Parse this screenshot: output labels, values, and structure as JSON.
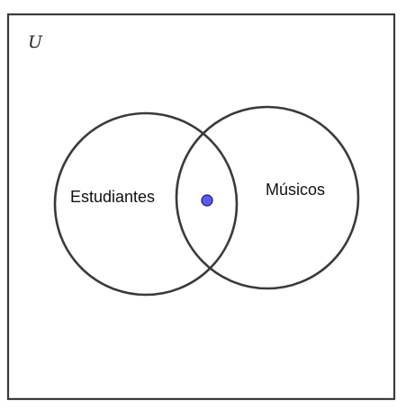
{
  "universe": {
    "label": "U"
  },
  "sets": [
    {
      "label": "Estudiantes"
    },
    {
      "label": "Músicos"
    }
  ],
  "colors": {
    "outline": "#3a3a3a",
    "background": "#ffffff",
    "point_fill": "#5b5bf0",
    "point_stroke": "#1a1a7a"
  }
}
